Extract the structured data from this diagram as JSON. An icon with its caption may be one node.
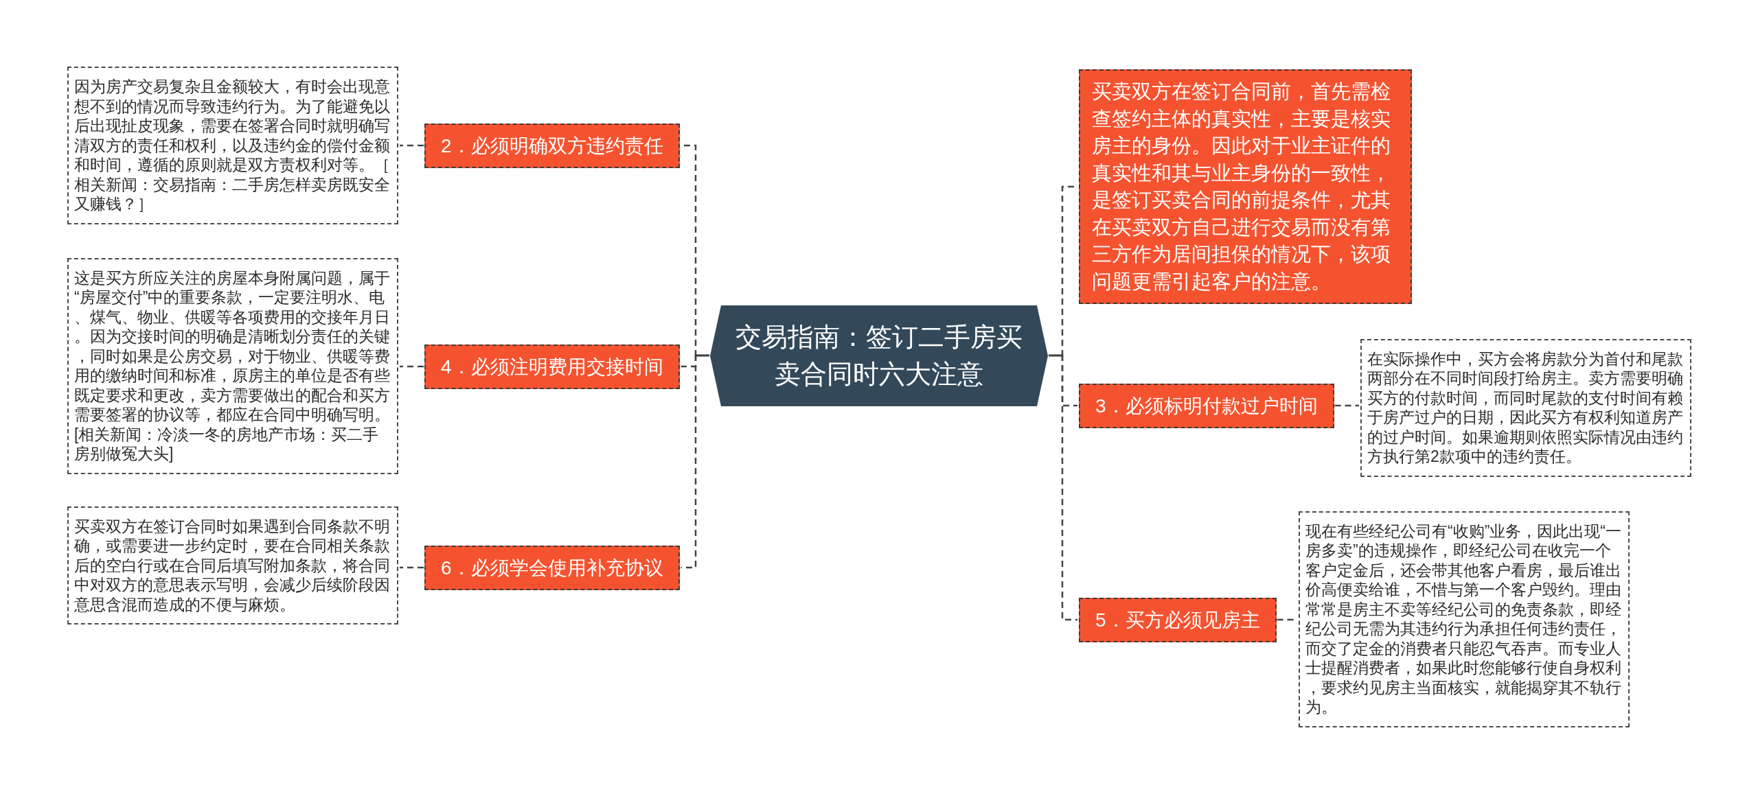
{
  "diagram": {
    "nodes": [
      {
        "text": [
          "交易指南：签订二手房买卖合同时六大注意"
        ]
      },
      {
        "text": [
          "2．必须明确双方违约责任"
        ]
      },
      {
        "text": [
          "因为房产交易复杂且金额较大，有时会出现意想不到的情况而导致违约行为。为了能避免以后出现扯皮现象，需要在签署合同时就明确写清双方的责任和权利，以及违约金的偿付金额和时间，遵循的原则就是双方责权利对等。［相关新闻：交易指南：二手房怎样卖房既安全又赚钱？］"
        ]
      },
      {
        "text": [
          "4．必须注明费用交接时间"
        ]
      },
      {
        "text": [
          "这是买方所应关注的房屋本身附属问题，属于“房屋交付”中的重要条款，一定要注明水、电、煤气、物业、供暖等各项费用的交接年月日。因为交接时间的明确是清晰划分责任的关键，同时如果是公房交易，对于物业、供暖等费用的缴纳时间和标准，原房主的单位是否有些既定要求和更改，卖方需要做出的配合和买方需要签署的协议等，都应在合同中明确写明。[相关新闻：冷淡一冬的房地产市场：买二手房别做冤大头]"
        ]
      },
      {
        "text": [
          "6．必须学会使用补充协议"
        ]
      },
      {
        "text": [
          "买卖双方在签订合同时如果遇到合同条款不明确，或需要进一步约定时，要在合同相关条款后的空白行或在合同后填写附加条款，将合同中对双方的意思表示写明，会减少后续阶段因意思含混而造成的不便与麻烦。"
        ]
      },
      {
        "text": [
          "买卖双方在签订合同前，首先需检查签约主体的真实性，主要是核实房主的身份。因此对于业主证件的真实性和其与业主身份的一致性，是签订买卖合同的前提条件，尤其在买卖双方自己进行交易而没有第三方作为居间担保的情况下，该项问题更需引起客户的注意。"
        ]
      },
      {
        "text": [
          "3．必须标明付款过户时间"
        ]
      },
      {
        "text": [
          "在实际操作中，买方会将房款分为首付和尾款两部分在不同时间段打给房主。卖方需要明确买方的付款时间，而同时尾款的支付时间有赖于房产过户的日期，因此买方有权利知道房产的过户时间。如果逾期则依照实际情况由违约方执行第2款项中的违约责任。"
        ]
      },
      {
        "text": [
          "5．买方必须见房主"
        ]
      },
      {
        "text": [
          "现在有些经纪公司有“收购”业务，因此出现“一房多卖”的违规操作，即经纪公司在收完一个客户定金后，还会带其他客户看房，最后谁出价高便卖给谁，不惜与第一个客户毁约。理由常常是房主不卖等经纪公司的免责条款，即经纪公司无需为其违约行为承担任何违约责任，而交了定金的消费者只能忍气吞声。而专业人士提醒消费者，如果此时您能够行使自身权利，要求约见房主当面核实，就能揭穿其不轨行为。"
        ]
      }
    ],
    "edges": [
      {
        "from": 0,
        "to": 1,
        "arrow": "none"
      },
      {
        "from": 1,
        "to": 2,
        "arrow": "none"
      },
      {
        "from": 0,
        "to": 3,
        "arrow": "none"
      },
      {
        "from": 3,
        "to": 4,
        "arrow": "none"
      },
      {
        "from": 0,
        "to": 5,
        "arrow": "none"
      },
      {
        "from": 5,
        "to": 6,
        "arrow": "none"
      },
      {
        "from": 0,
        "to": 7,
        "arrow": "none"
      },
      {
        "from": 0,
        "to": 8,
        "arrow": "none"
      },
      {
        "from": 8,
        "to": 9,
        "arrow": "none"
      },
      {
        "from": 0,
        "to": 10,
        "arrow": "none"
      },
      {
        "from": 10,
        "to": 11,
        "arrow": "none"
      }
    ]
  }
}
